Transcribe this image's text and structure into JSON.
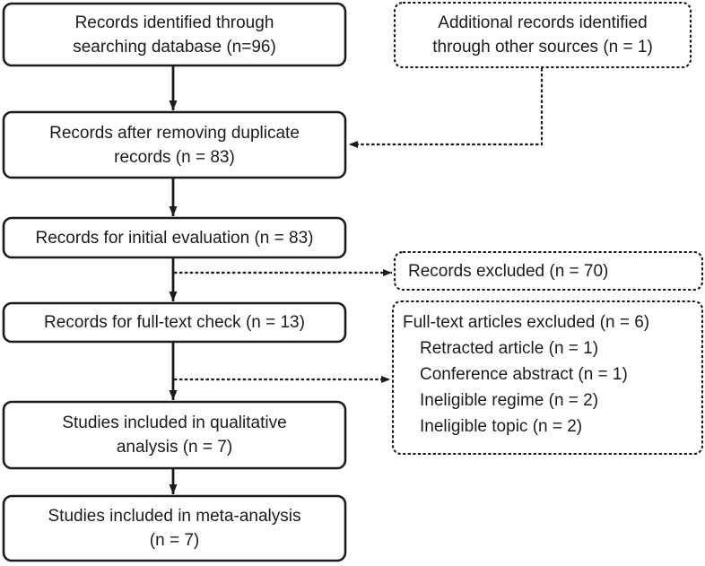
{
  "figure": {
    "kind": "prisma-flow-diagram",
    "colors": {
      "background": "#ffffff",
      "line": "#1b1b1b",
      "text": "#1b1b1b"
    },
    "boxes": {
      "identified": "Records identified through\nsearching database (n=96)",
      "additional": "Additional records identified\nthrough other sources (n = 1)",
      "deduplicated": "Records after removing duplicate\nrecords (n = 83)",
      "initial_evaluation": "Records for initial evaluation (n = 83)",
      "records_excluded": "Records excluded (n = 70)",
      "fulltext_check": "Records for full-text check (n = 13)",
      "fulltext_excluded_title": "Full-text articles excluded (n = 6)",
      "fulltext_excluded_items": [
        "Retracted article (n = 1)",
        "Conference abstract (n = 1)",
        "Ineligible regime (n = 2)",
        "Ineligible topic (n = 2)"
      ],
      "qualitative": "Studies included in qualitative\nanalysis (n = 7)",
      "meta_analysis": "Studies included in meta-analysis\n(n = 7)"
    }
  }
}
